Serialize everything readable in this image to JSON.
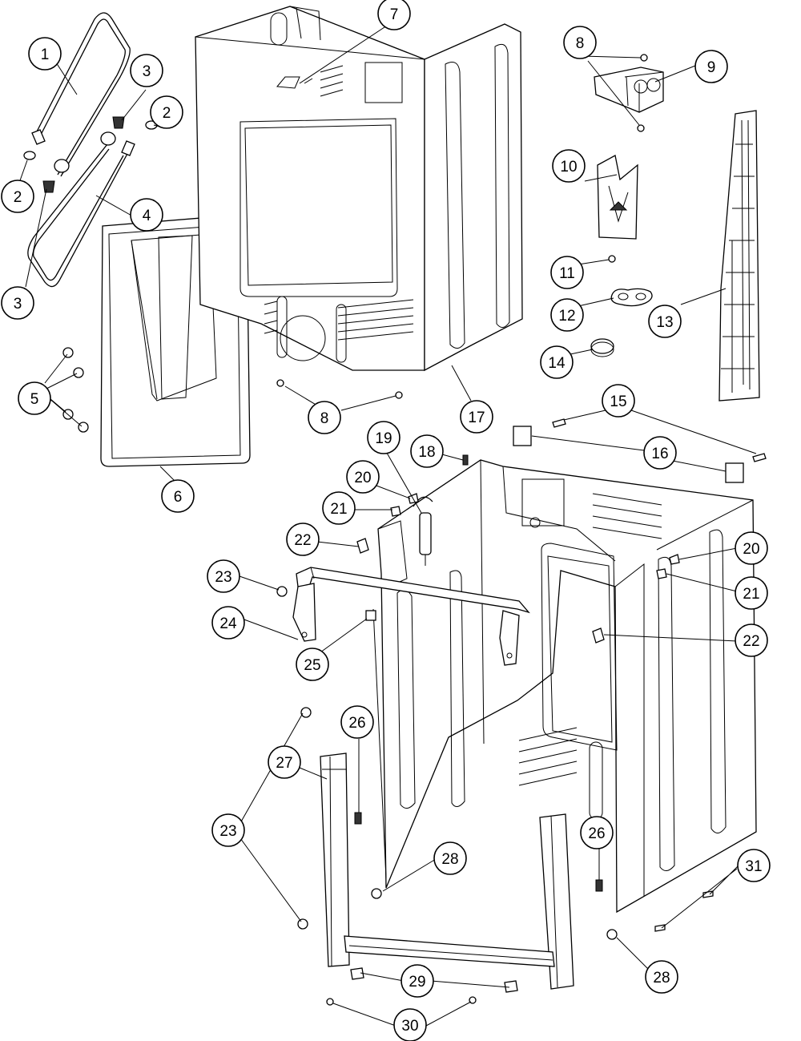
{
  "callouts": [
    {
      "id": "c1",
      "label": "1"
    },
    {
      "id": "c2a",
      "label": "2"
    },
    {
      "id": "c2b",
      "label": "2"
    },
    {
      "id": "c3a",
      "label": "3"
    },
    {
      "id": "c3b",
      "label": "3"
    },
    {
      "id": "c4",
      "label": "4"
    },
    {
      "id": "c5",
      "label": "5"
    },
    {
      "id": "c6",
      "label": "6"
    },
    {
      "id": "c7",
      "label": "7"
    },
    {
      "id": "c8a",
      "label": "8"
    },
    {
      "id": "c8b",
      "label": "8"
    },
    {
      "id": "c9",
      "label": "9"
    },
    {
      "id": "c10",
      "label": "10"
    },
    {
      "id": "c11",
      "label": "11"
    },
    {
      "id": "c12",
      "label": "12"
    },
    {
      "id": "c13",
      "label": "13"
    },
    {
      "id": "c14",
      "label": "14"
    },
    {
      "id": "c15",
      "label": "15"
    },
    {
      "id": "c16",
      "label": "16"
    },
    {
      "id": "c17",
      "label": "17"
    },
    {
      "id": "c18",
      "label": "18"
    },
    {
      "id": "c19",
      "label": "19"
    },
    {
      "id": "c20a",
      "label": "20"
    },
    {
      "id": "c20b",
      "label": "20"
    },
    {
      "id": "c21a",
      "label": "21"
    },
    {
      "id": "c21b",
      "label": "21"
    },
    {
      "id": "c22a",
      "label": "22"
    },
    {
      "id": "c22b",
      "label": "22"
    },
    {
      "id": "c23a",
      "label": "23"
    },
    {
      "id": "c23b",
      "label": "23"
    },
    {
      "id": "c24",
      "label": "24"
    },
    {
      "id": "c25",
      "label": "25"
    },
    {
      "id": "c26a",
      "label": "26"
    },
    {
      "id": "c26b",
      "label": "26"
    },
    {
      "id": "c27",
      "label": "27"
    },
    {
      "id": "c28a",
      "label": "28"
    },
    {
      "id": "c28b",
      "label": "28"
    },
    {
      "id": "c29",
      "label": "29"
    },
    {
      "id": "c30",
      "label": "30"
    },
    {
      "id": "c31",
      "label": "31"
    }
  ]
}
